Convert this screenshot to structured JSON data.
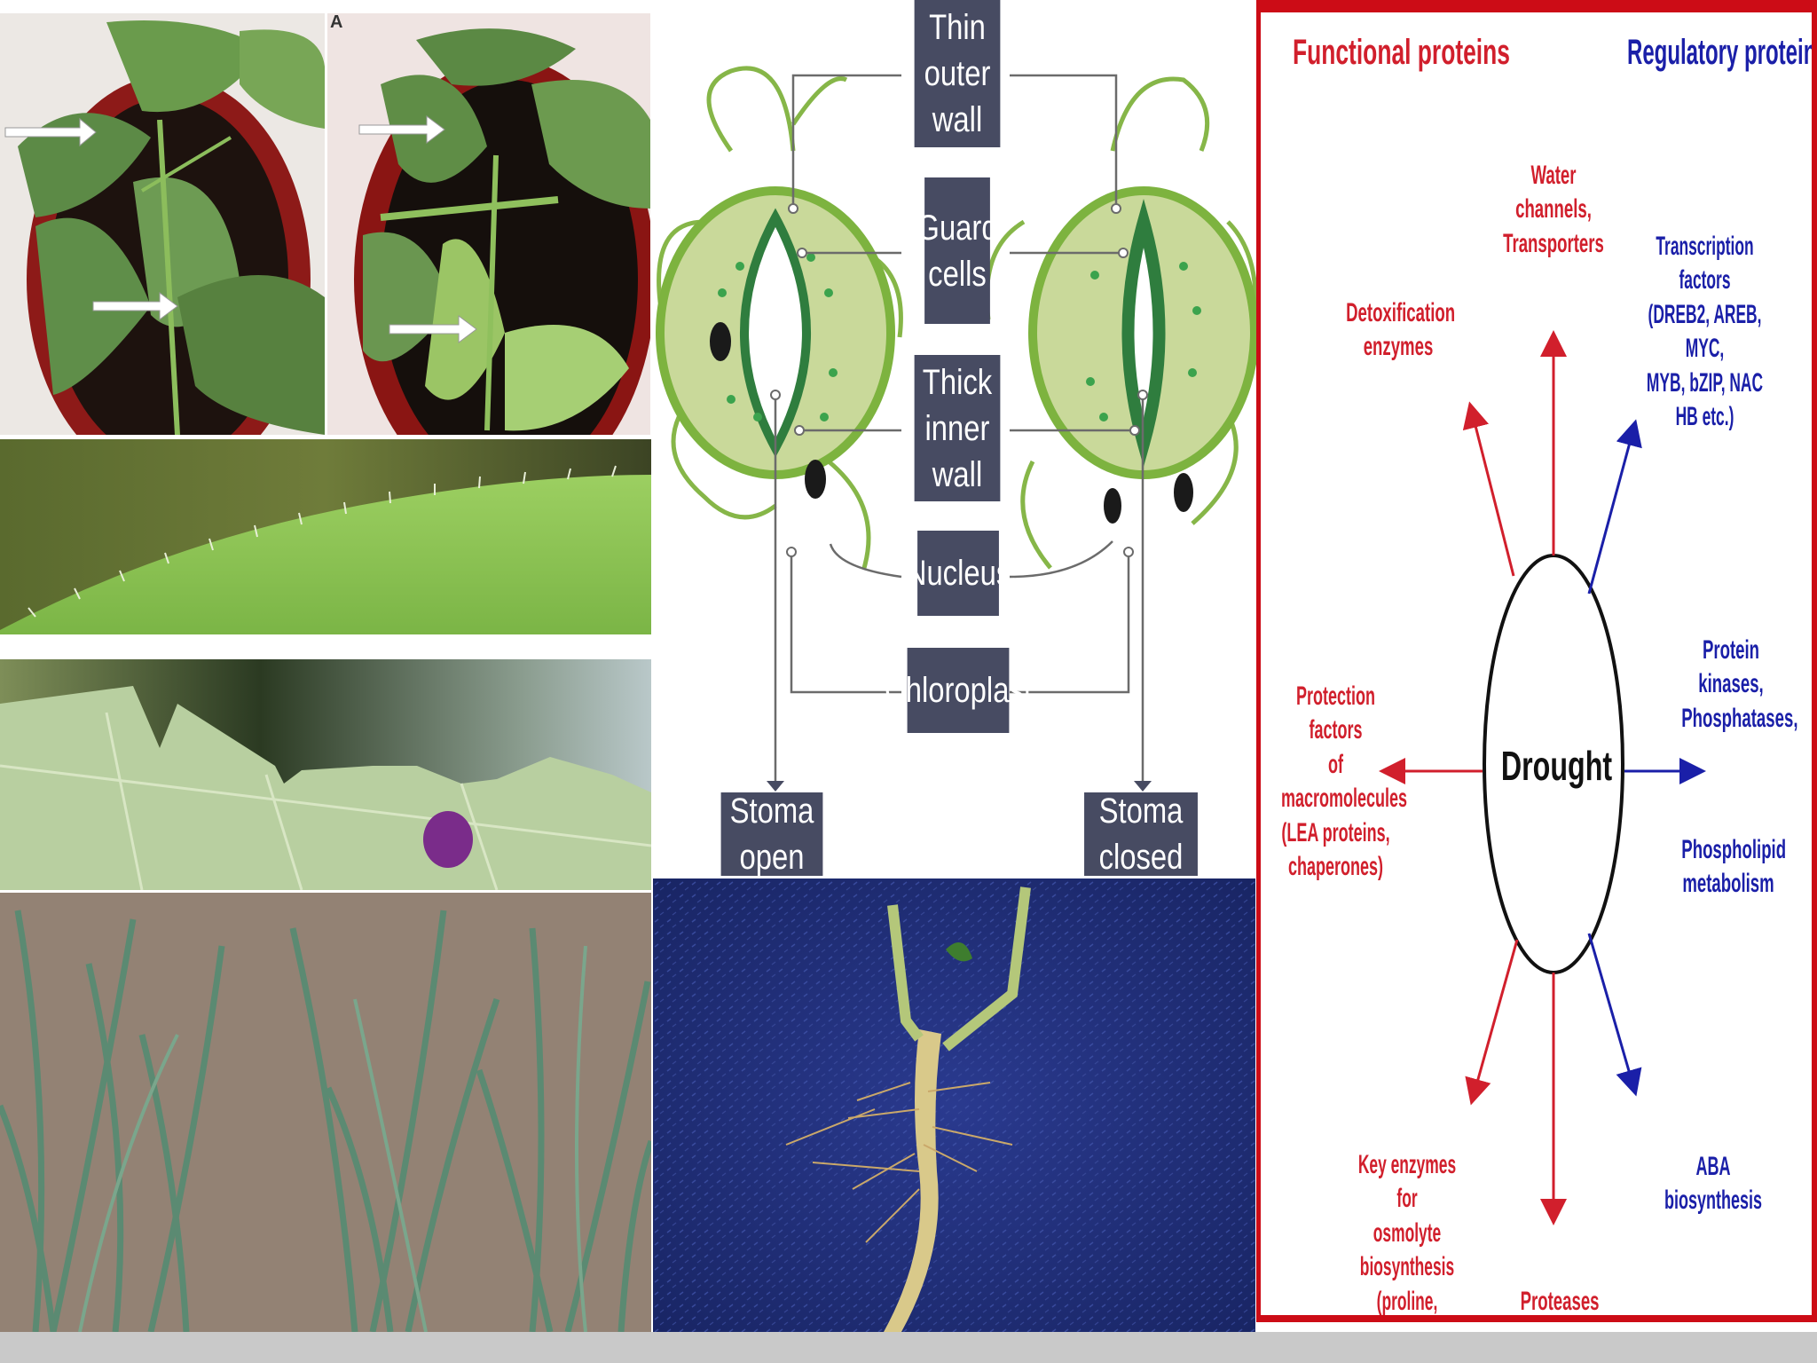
{
  "photos": {
    "plants_panel_letter": "A"
  },
  "stomata": {
    "labels": {
      "thin_outer_wall": "Thin\nouter wall",
      "guard_cells": "Guard\ncells",
      "thick_inner_wall": "Thick\ninner wall",
      "nucleus": "Nucleus",
      "chloroplast": "Chloroplast",
      "stoma_open": "Stoma open",
      "stoma_closed": "Stoma closed"
    }
  },
  "drought": {
    "functional_header": "Functional proteins",
    "regulatory_header": "Regulatory proteins",
    "center": "Drought",
    "items": {
      "water_channels": "Water channels,\nTransporters",
      "detox": "Detoxification\nenzymes",
      "transcription": "Transcription factors\n(DREB2, AREB, MYC,\nMYB, bZIP, NAC\nHB etc.)",
      "protection": "Protection factors\nof macromolecules\n(LEA proteins,\nchaperones)",
      "kinases": "Protein kinases,\nPhosphatases,",
      "phospholipid": "Phospholipid\nmetabolism",
      "key_enzymes": "Key enzymes for\nosmolyte biosynthesis\n(proline, sugars)",
      "proteases": "Proteases",
      "aba": "ABA biosynthesis"
    },
    "colors": {
      "functional": "#d11f2c",
      "regulatory": "#1a1fa8",
      "border": "#cc0c16"
    }
  }
}
